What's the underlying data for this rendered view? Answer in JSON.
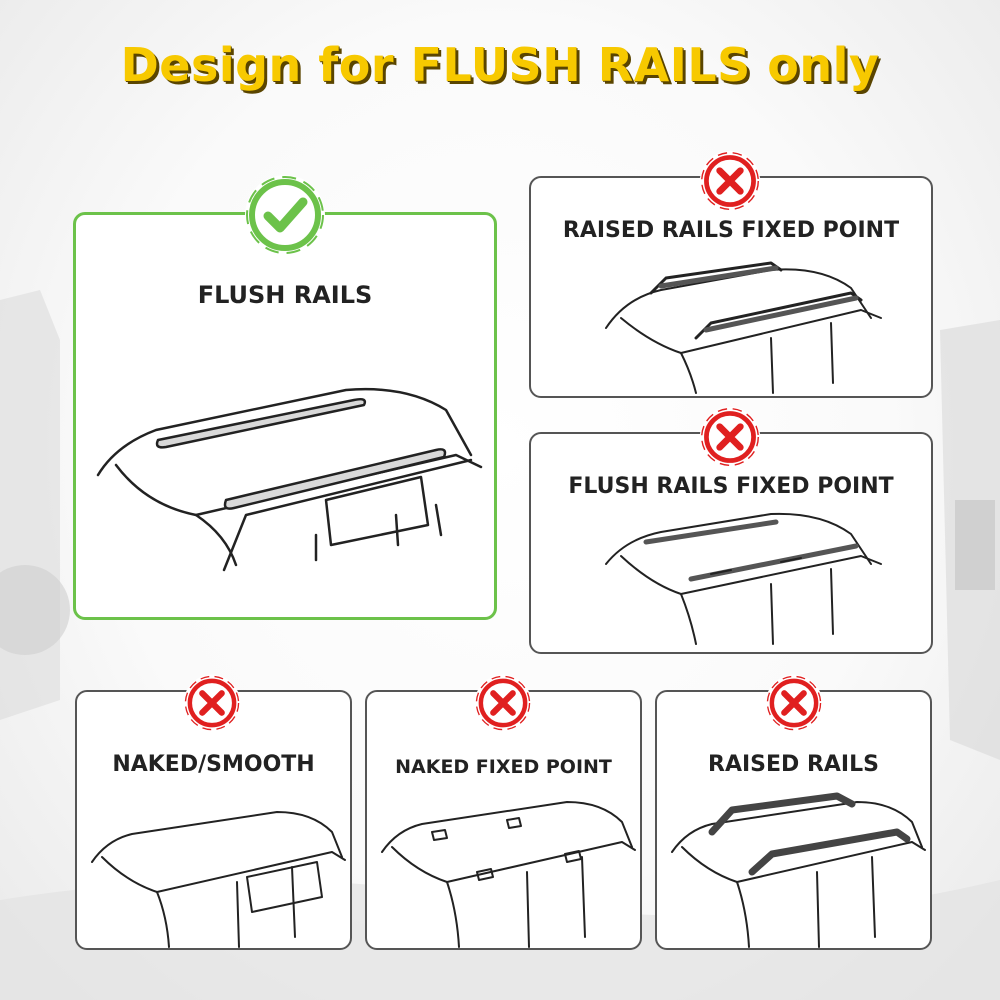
{
  "headline": "Design for FLUSH RAILS only",
  "colors": {
    "headline": "#f7c900",
    "ok": "#6cc24a",
    "bad": "#e02020"
  },
  "panels": {
    "flush_rails": {
      "label": "FLUSH RAILS",
      "status": "check-icon"
    },
    "raised_rails_fixed_point": {
      "label": "RAISED RAILS FIXED POINT",
      "status": "cross-icon"
    },
    "flush_rails_fixed_point": {
      "label": "FLUSH RAILS FIXED POINT",
      "status": "cross-icon"
    },
    "naked_smooth": {
      "label": "NAKED/SMOOTH",
      "status": "cross-icon"
    },
    "naked_fixed_point": {
      "label": "NAKED FIXED POINT",
      "status": "cross-icon"
    },
    "raised_rails": {
      "label": "RAISED RAILS",
      "status": "cross-icon"
    }
  }
}
